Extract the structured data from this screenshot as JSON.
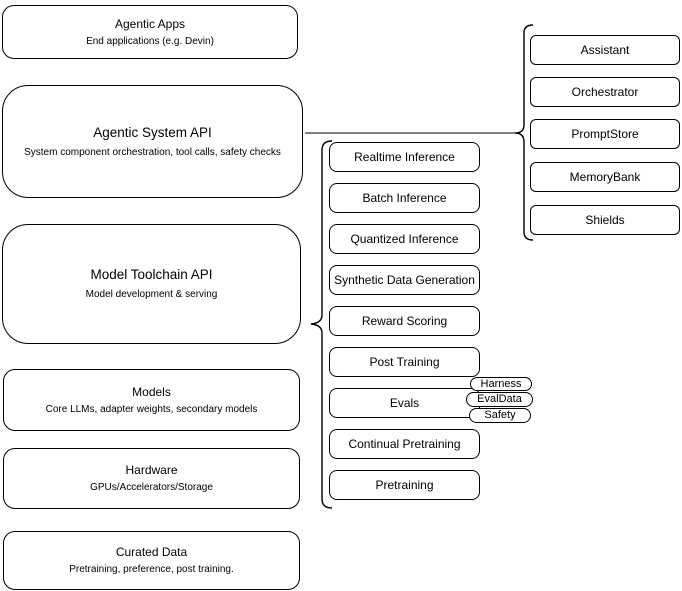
{
  "diagram": {
    "left_stack": [
      {
        "title": "Agentic Apps",
        "subtitle": "End applications (e.g. Devin)"
      },
      {
        "title": "Agentic System API",
        "subtitle": "System component orchestration, tool calls, safety checks"
      },
      {
        "title": "Model Toolchain API",
        "subtitle": "Model development & serving"
      },
      {
        "title": "Models",
        "subtitle": "Core LLMs, adapter weights, secondary models"
      },
      {
        "title": "Hardware",
        "subtitle": "GPUs/Accelerators/Storage"
      },
      {
        "title": "Curated Data",
        "subtitle": "Pretraining, preference, post training."
      }
    ],
    "toolchain_items": [
      "Realtime Inference",
      "Batch Inference",
      "Quantized Inference",
      "Synthetic Data Generation",
      "Reward Scoring",
      "Post Training",
      "Evals",
      "Continual Pretraining",
      "Pretraining"
    ],
    "evals_tags": [
      "Harness",
      "EvalData",
      "Safety"
    ],
    "system_components": [
      "Assistant",
      "Orchestrator",
      "PromptStore",
      "MemoryBank",
      "Shields"
    ],
    "colors": {
      "node_border": "#000000",
      "node_fill": "#ffffff",
      "connector": "#808080",
      "background": "#ffffff"
    }
  }
}
